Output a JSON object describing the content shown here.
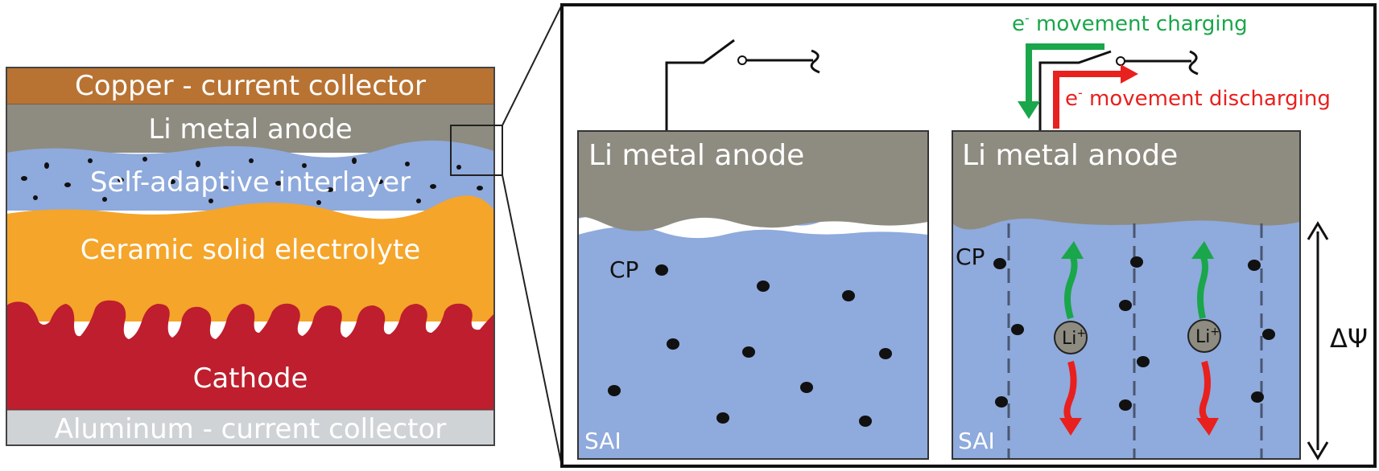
{
  "stack": {
    "copper": {
      "label": "Copper - current collector",
      "color": "#b87333"
    },
    "anode": {
      "label": "Li metal anode",
      "color": "#8e8c80"
    },
    "interlayer": {
      "label": "Self-adaptive interlayer",
      "color": "#8faadc"
    },
    "electrolyte": {
      "label": "Ceramic solid electrolyte",
      "color": "#f5a52a"
    },
    "cathode": {
      "label": "Cathode",
      "color": "#be1e2d"
    },
    "aluminum": {
      "label": "Aluminum - current collector",
      "color": "#d0d3d6"
    }
  },
  "left_panel": {
    "anode_label": "Li metal anode",
    "cp_label": "CP",
    "sai_label": "SAI"
  },
  "right_panel": {
    "anode_label": "Li metal anode",
    "cp_label": "CP",
    "sai_label": "SAI",
    "ion_base": "Li",
    "ion_sup": "+",
    "potential_label": "ΔΨ"
  },
  "arrows": {
    "charging": {
      "prefix": "e",
      "sup": "-",
      "text": " movement charging",
      "color": "#1aa64a"
    },
    "discharging": {
      "prefix": "e",
      "sup": "-",
      "text": " movement discharging",
      "color": "#e8201e"
    }
  }
}
